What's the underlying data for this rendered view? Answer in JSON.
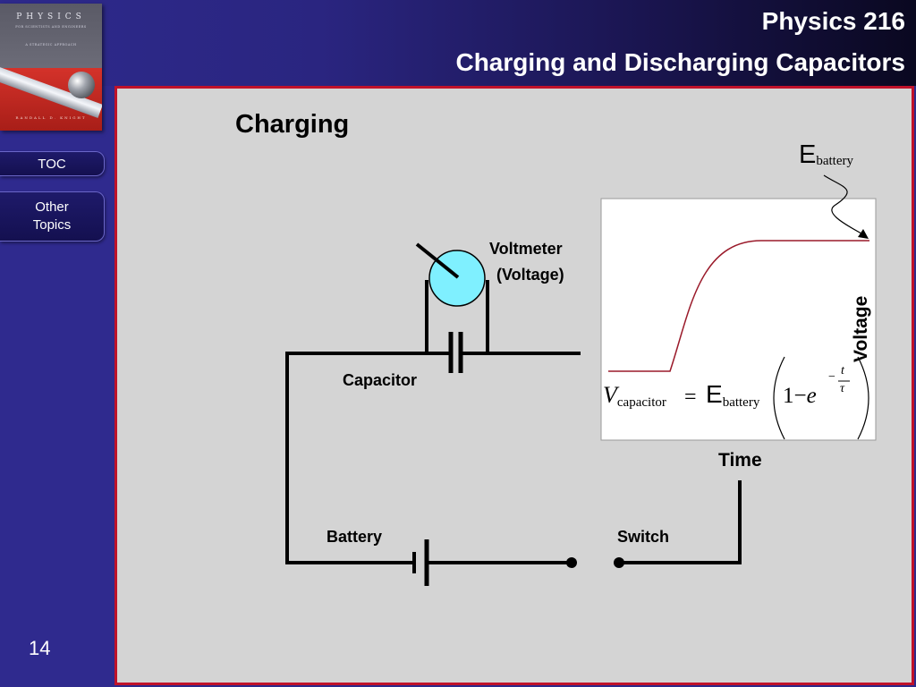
{
  "header": {
    "course": "Physics 216",
    "topic": "Charging and Discharging Capacitors"
  },
  "book": {
    "title": "PHYSICS",
    "subtitle": "FOR SCIENTISTS AND ENGINEERS",
    "subtitle2": "A STRATEGIC APPROACH",
    "author": "RANDALL D. KNIGHT"
  },
  "nav": {
    "toc_label": "TOC",
    "other_topics_label": "Other\nTopics"
  },
  "page_number": "14",
  "slide": {
    "heading": "Charging",
    "voltmeter_label": "Voltmeter",
    "voltmeter_sublabel": "(Voltage)",
    "capacitor_label": "Capacitor",
    "battery_label": "Battery",
    "switch_label": "Switch",
    "graph": {
      "y_axis_label": "Voltage",
      "x_axis_label": "Time",
      "asymptote_symbol": "E",
      "asymptote_subscript": "battery",
      "curve_color": "#9a1a2a"
    },
    "formula": {
      "lhs_symbol": "V",
      "lhs_subscript": "capacitor",
      "equals": "=",
      "emf_symbol": "E",
      "emf_subscript": "battery",
      "one_minus": "1−",
      "base": "e",
      "exp_sign": "−",
      "exp_num": "t",
      "exp_den": "τ"
    }
  }
}
